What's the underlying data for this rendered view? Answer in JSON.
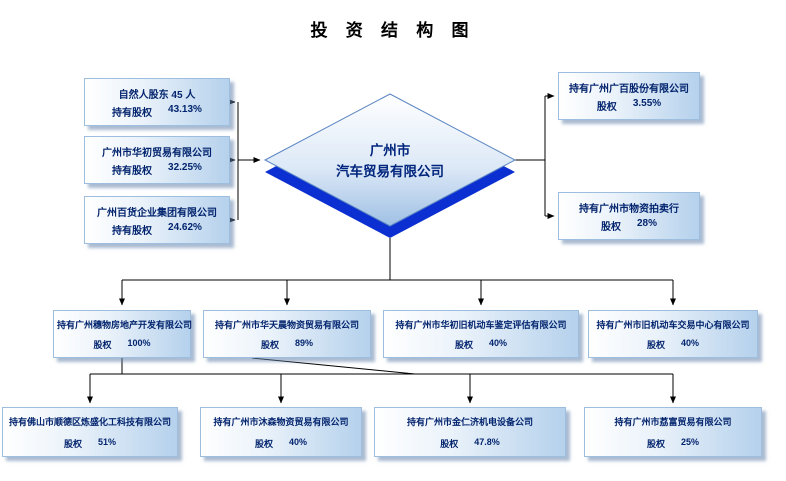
{
  "title": "投 资 结 构 图",
  "center": {
    "line1": "广州市",
    "line2": "汽车贸易有限公司"
  },
  "left_boxes": [
    {
      "name": "自然人股东 45 人",
      "label": "持有股权",
      "value": "43.13%"
    },
    {
      "name": "广州市华初贸易有限公司",
      "label": "持有股权",
      "value": "32.25%"
    },
    {
      "name": "广州百货企业集团有限公司",
      "label": "持有股权",
      "value": "24.62%"
    }
  ],
  "right_boxes": [
    {
      "name": "持有广州广百股份有限公司",
      "label": "股权",
      "value": "3.55%"
    },
    {
      "name": "持有广州市物资拍卖行",
      "label": "股权",
      "value": "28%"
    }
  ],
  "middle_boxes": [
    {
      "name": "持有广州穗物房地产开发有限公司",
      "label": "股权",
      "value": "100%"
    },
    {
      "name": "持有广州市华天晨物资贸易有限公司",
      "label": "股权",
      "value": "89%"
    },
    {
      "name": "持有广州市华初旧机动车鉴定评估有限公司",
      "label": "股权",
      "value": "40%"
    },
    {
      "name": "持有广州市旧机动车交易中心有限公司",
      "label": "股权",
      "value": "40%"
    }
  ],
  "bottom_boxes": [
    {
      "name": "持有佛山市顺德区炼盛化工科技有限公司",
      "label": "股权",
      "value": "51%"
    },
    {
      "name": "持有广州市沐森物资贸易有限公司",
      "label": "股权",
      "value": "40%"
    },
    {
      "name": "持有广州市金仁济机电设备公司",
      "label": "股权",
      "value": "47.8%"
    },
    {
      "name": "持有广州市荔富贸易有限公司",
      "label": "股权",
      "value": "25%"
    }
  ],
  "colors": {
    "box_gradient_end": "#b5d1ec",
    "diamond_extrusion_blue": "#0b2fd0",
    "text_navy": "#03246e",
    "connector_line": "#000000"
  }
}
